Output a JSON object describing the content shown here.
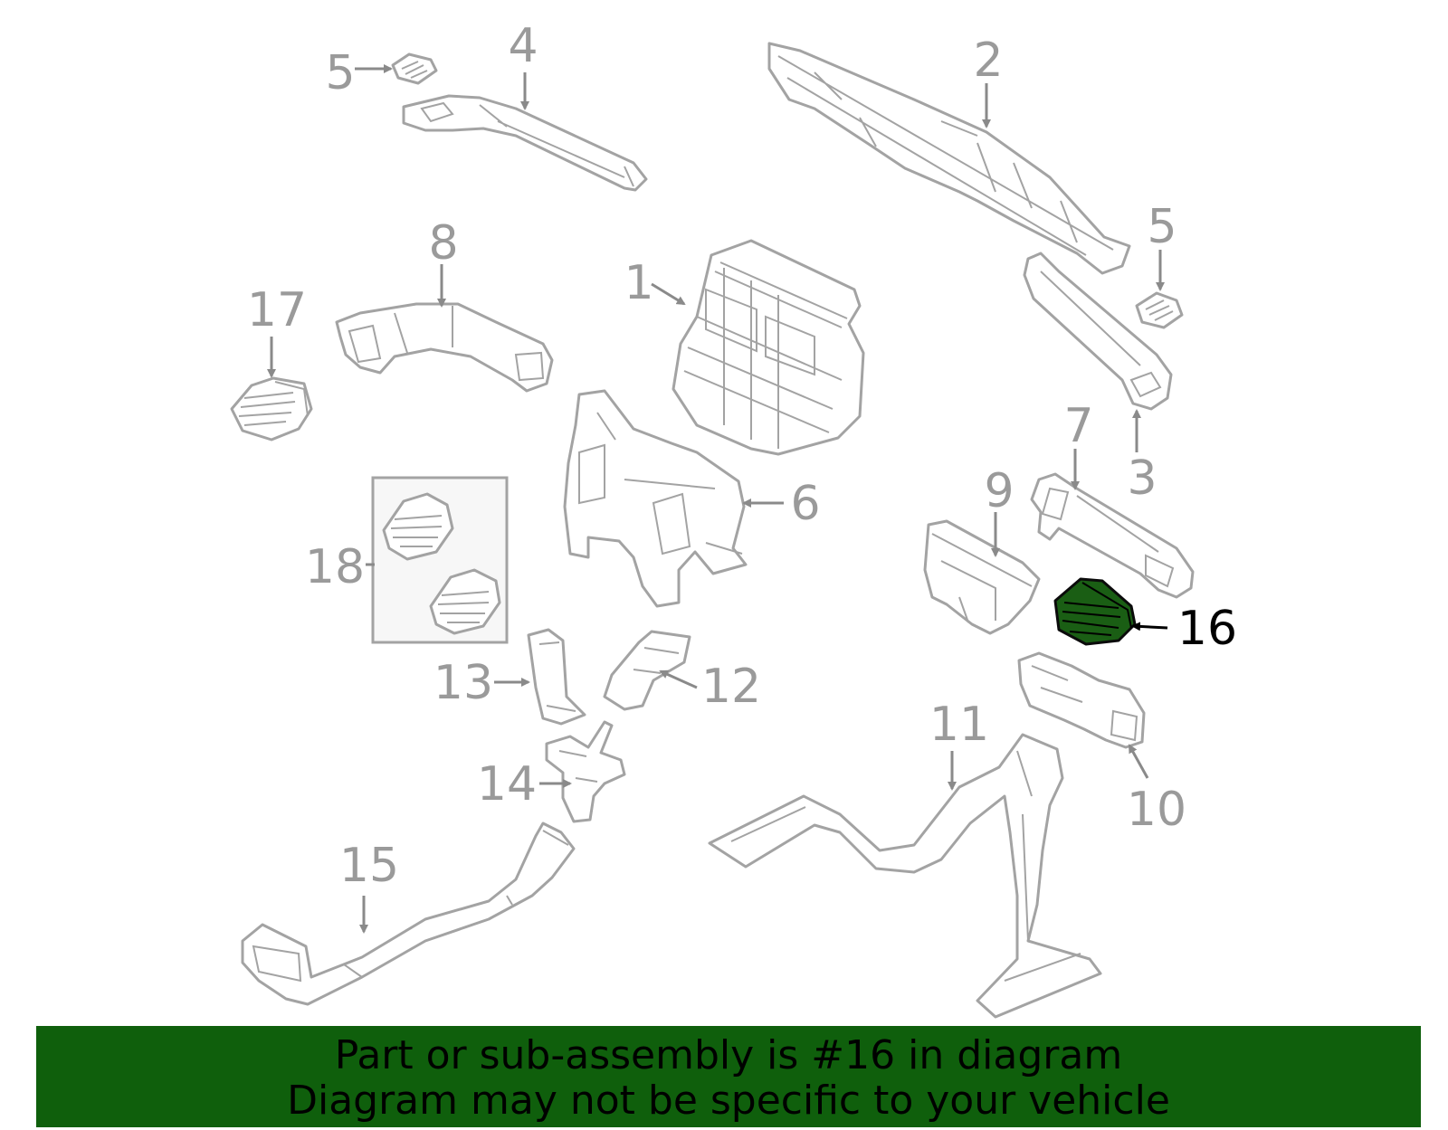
{
  "diagram": {
    "highlight_color": "#1a5e14",
    "line_color": "#a3a3a3",
    "highlighted_part": "16",
    "callouts": {
      "c1": "1",
      "c2": "2",
      "c3": "3",
      "c4": "4",
      "c5a": "5",
      "c5b": "5",
      "c6": "6",
      "c7": "7",
      "c8": "8",
      "c9": "9",
      "c10": "10",
      "c11": "11",
      "c12": "12",
      "c13": "13",
      "c14": "14",
      "c15": "15",
      "c16": "16",
      "c17": "17",
      "c18": "18"
    }
  },
  "banner": {
    "background": "#0f5f0c",
    "line1": "Part or sub-assembly is #16 in diagram",
    "line2": "Diagram may not be specific to your vehicle"
  }
}
